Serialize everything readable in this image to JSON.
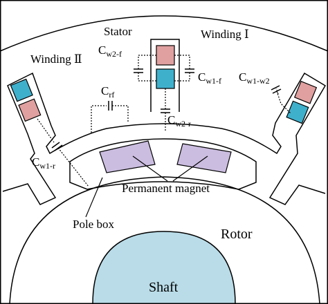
{
  "labels": {
    "stator": "Stator",
    "winding_1": "Winding Ⅰ",
    "winding_2": "Winding Ⅱ",
    "permanent_magnet": "Permanent magnet",
    "pole_box": "Pole box",
    "rotor": "Rotor",
    "shaft": "Shaft"
  },
  "capacitors": {
    "c_w2_f": {
      "main": "C",
      "sub": "w2-f"
    },
    "c_w1_f": {
      "main": "C",
      "sub": "w1-f"
    },
    "c_rf": {
      "main": "C",
      "sub": "rf"
    },
    "c_w1_w2": {
      "main": "C",
      "sub": "w1-w2"
    },
    "c_w2_r": {
      "main": "C",
      "sub": "w2-r"
    },
    "c_w1_r": {
      "main": "C",
      "sub": "w1-r"
    }
  },
  "colors": {
    "winding_1_conductor": "#e0a0a0",
    "winding_2_conductor": "#3fb0cc",
    "permanent_magnet": "#cbbde0",
    "shaft": "#b9dce8",
    "outline": "#000000",
    "background": "#ffffff"
  }
}
